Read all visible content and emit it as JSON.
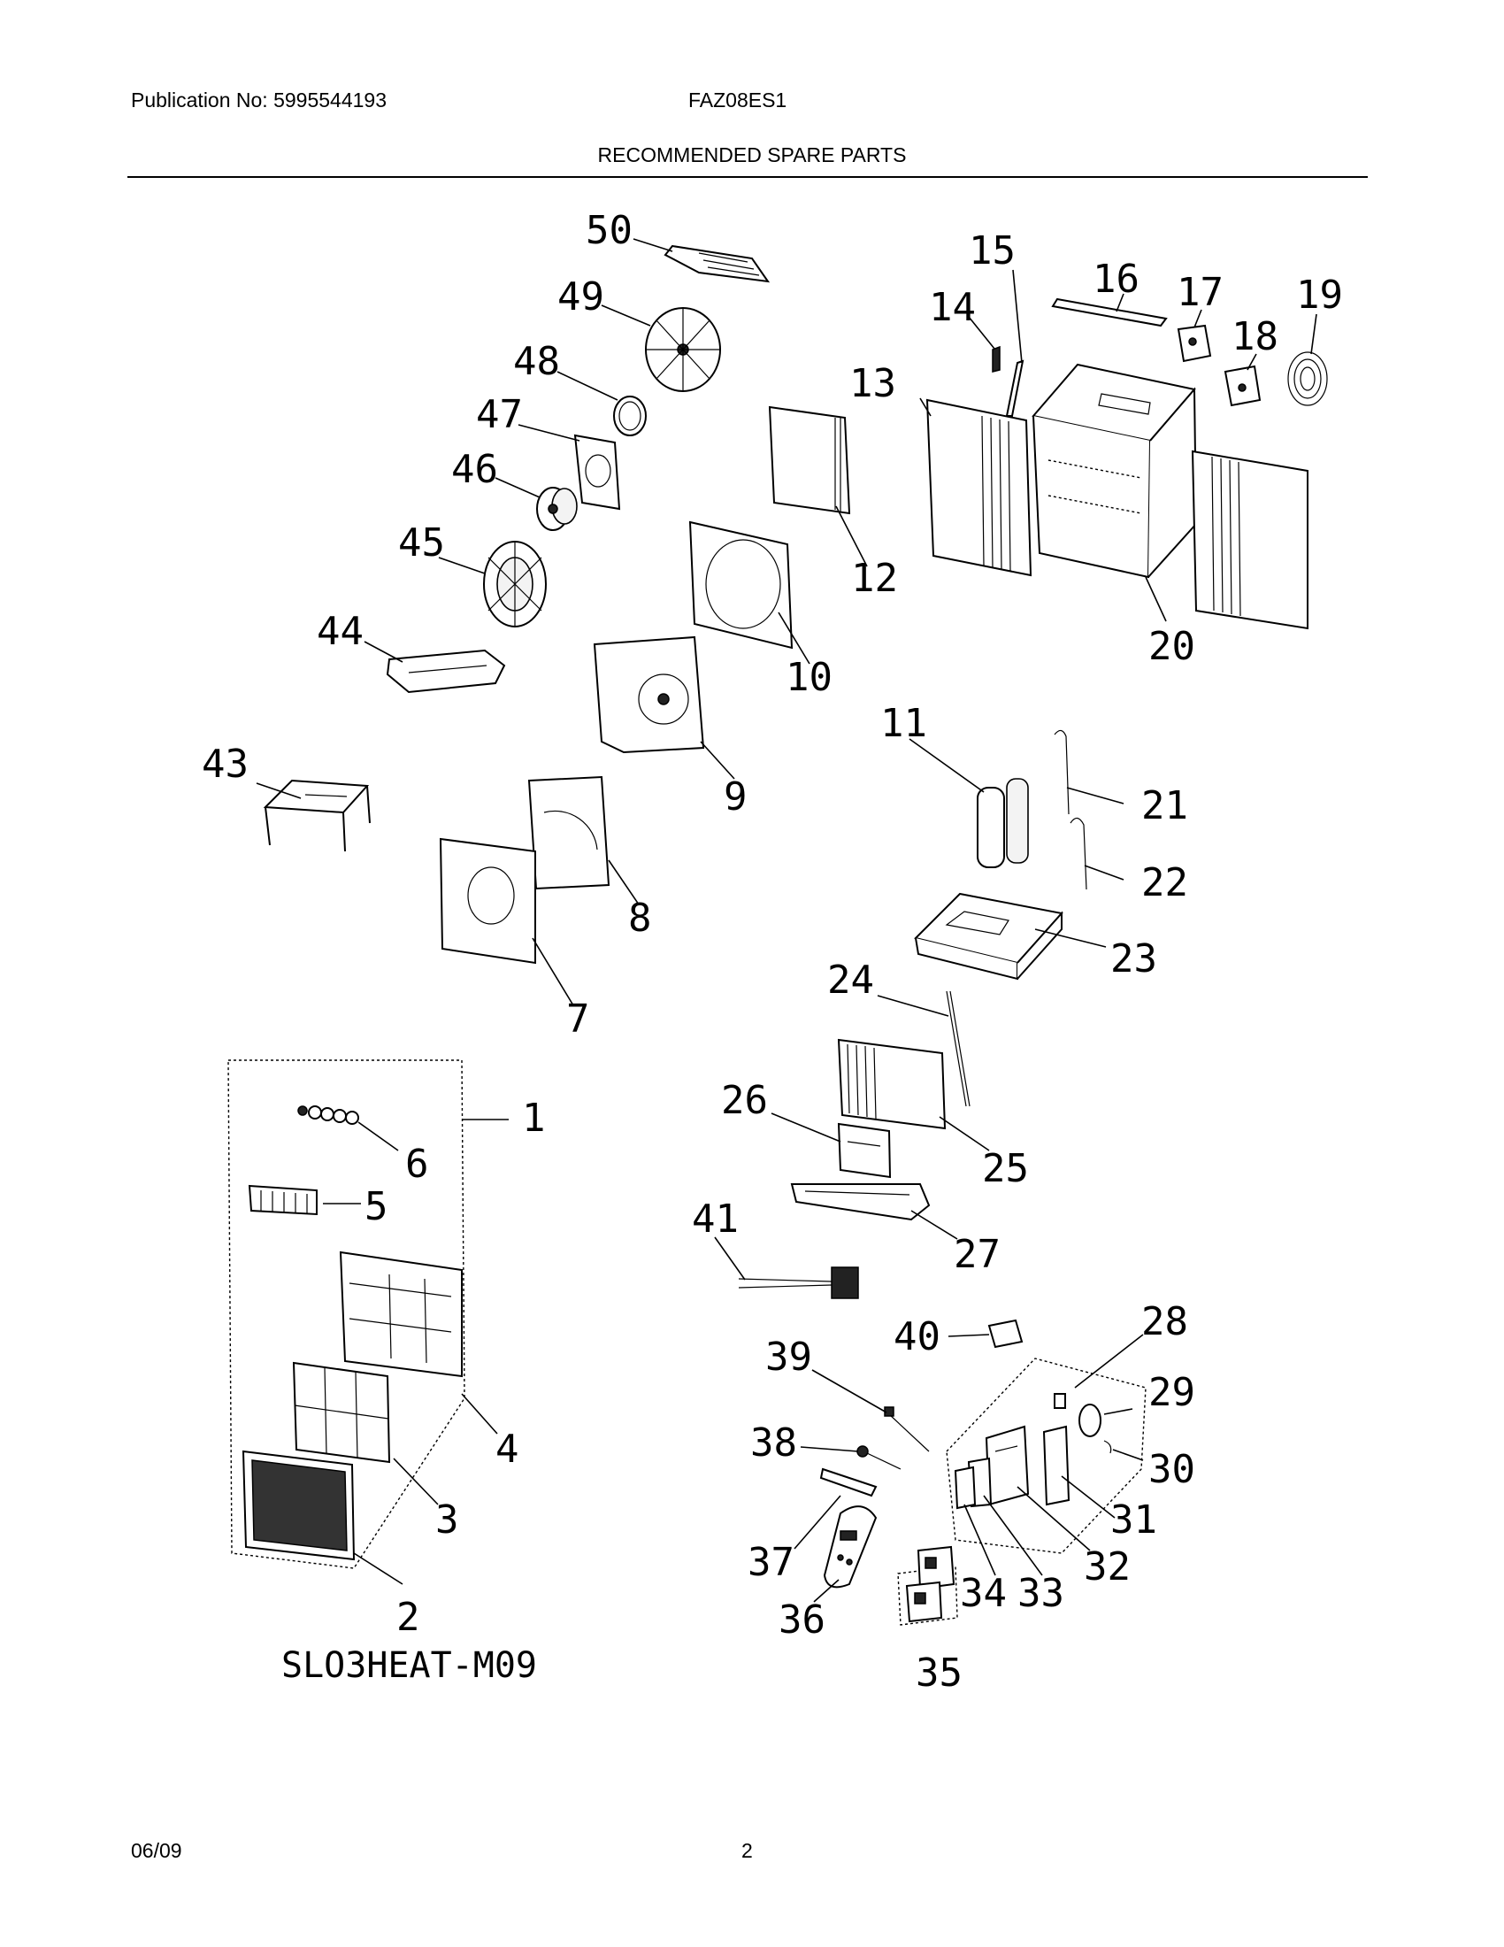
{
  "header": {
    "publication": "Publication No: 5995544193",
    "model": "FAZ08ES1",
    "title": "RECOMMENDED SPARE PARTS"
  },
  "diagram": {
    "code": "SLO3HEAT-M09",
    "callouts": {
      "c1": "1",
      "c2": "2",
      "c3": "3",
      "c4": "4",
      "c5": "5",
      "c6": "6",
      "c7": "7",
      "c8": "8",
      "c9": "9",
      "c10": "10",
      "c11": "11",
      "c12": "12",
      "c13": "13",
      "c14": "14",
      "c15": "15",
      "c16": "16",
      "c17": "17",
      "c18": "18",
      "c19": "19",
      "c20": "20",
      "c21": "21",
      "c22": "22",
      "c23": "23",
      "c24": "24",
      "c25": "25",
      "c26": "26",
      "c27": "27",
      "c28": "28",
      "c29": "29",
      "c30": "30",
      "c31": "31",
      "c32": "32",
      "c33": "33",
      "c34": "34",
      "c35": "35",
      "c36": "36",
      "c37": "37",
      "c38": "38",
      "c39": "39",
      "c40": "40",
      "c41": "41",
      "c43": "43",
      "c44": "44",
      "c45": "45",
      "c46": "46",
      "c47": "47",
      "c48": "48",
      "c49": "49",
      "c50": "50"
    }
  },
  "footer": {
    "date": "06/09",
    "page": "2"
  }
}
